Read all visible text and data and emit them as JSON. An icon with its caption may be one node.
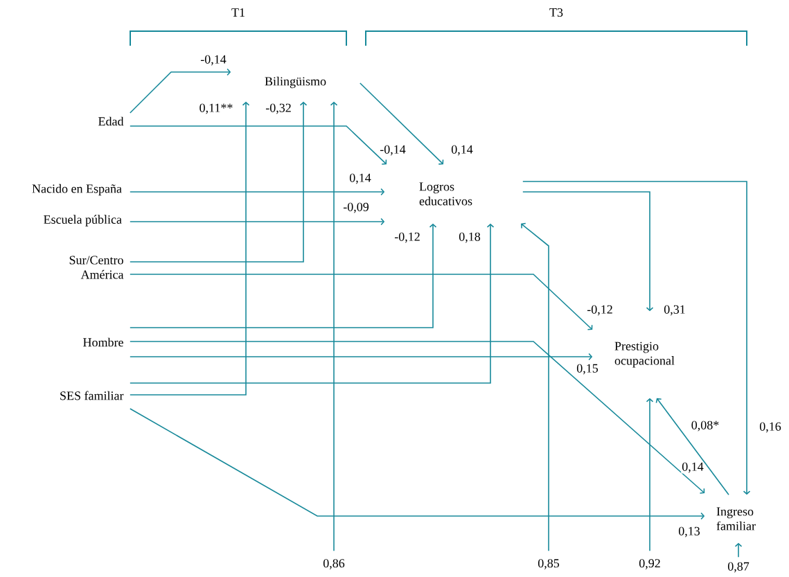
{
  "diagram": {
    "nodes": [
      {
        "text": [
          "Edad"
        ]
      },
      {
        "text": [
          "Nacido en España"
        ]
      },
      {
        "text": [
          "Escuela pública"
        ]
      },
      {
        "text": [
          "Sur/Centro América"
        ]
      },
      {
        "text": [
          "Hombre"
        ]
      },
      {
        "text": [
          "SES familiar"
        ]
      },
      {
        "text": [
          "Bilingüismo"
        ]
      },
      {
        "text": [
          "Logros educativos"
        ]
      },
      {
        "text": [
          "Prestigio ocupacional"
        ]
      },
      {
        "text": [
          "Ingreso familiar"
        ]
      },
      {
        "text": [
          "0,86"
        ]
      },
      {
        "text": [
          "0,85"
        ]
      },
      {
        "text": [
          "0,92"
        ]
      },
      {
        "text": [
          "0,87"
        ]
      }
    ],
    "edges": [
      {
        "from": 0,
        "to": 6,
        "arrow": "to",
        "label": "-0,14"
      },
      {
        "from": 0,
        "to": 7,
        "arrow": "to",
        "label": "-0,14"
      },
      {
        "from": 6,
        "to": 7,
        "arrow": "to",
        "label": "0,14"
      },
      {
        "from": 1,
        "to": 7,
        "arrow": "to",
        "label": "0,14"
      },
      {
        "from": 2,
        "to": 7,
        "arrow": "to",
        "label": "-0,09"
      },
      {
        "from": 3,
        "to": 6,
        "arrow": "to",
        "label": "-0,32"
      },
      {
        "from": 3,
        "to": 8,
        "arrow": "to",
        "label": "-0,12"
      },
      {
        "from": 4,
        "to": 7,
        "arrow": "to",
        "label": "-0,12"
      },
      {
        "from": 4,
        "to": 9,
        "arrow": "to",
        "label": "0,14"
      },
      {
        "from": 4,
        "to": 8,
        "arrow": "to",
        "label": "0,15"
      },
      {
        "from": 5,
        "to": 7,
        "arrow": "to",
        "label": "0,18"
      },
      {
        "from": 5,
        "to": 6,
        "arrow": "to",
        "label": "0,11**"
      },
      {
        "from": 5,
        "to": 9,
        "arrow": "to",
        "label": "0,13"
      },
      {
        "from": 7,
        "to": 9,
        "arrow": "to",
        "label": "0,16"
      },
      {
        "from": 7,
        "to": 8,
        "arrow": "to",
        "label": "0,31"
      },
      {
        "from": 9,
        "to": 8,
        "arrow": "to",
        "label": "0,08*"
      },
      {
        "from": 10,
        "to": 6,
        "arrow": "to"
      },
      {
        "from": 11,
        "to": 7,
        "arrow": "to"
      },
      {
        "from": 12,
        "to": 8,
        "arrow": "to"
      },
      {
        "from": 13,
        "to": 9,
        "arrow": "to"
      }
    ],
    "labels": [
      "T1",
      "T3"
    ]
  }
}
